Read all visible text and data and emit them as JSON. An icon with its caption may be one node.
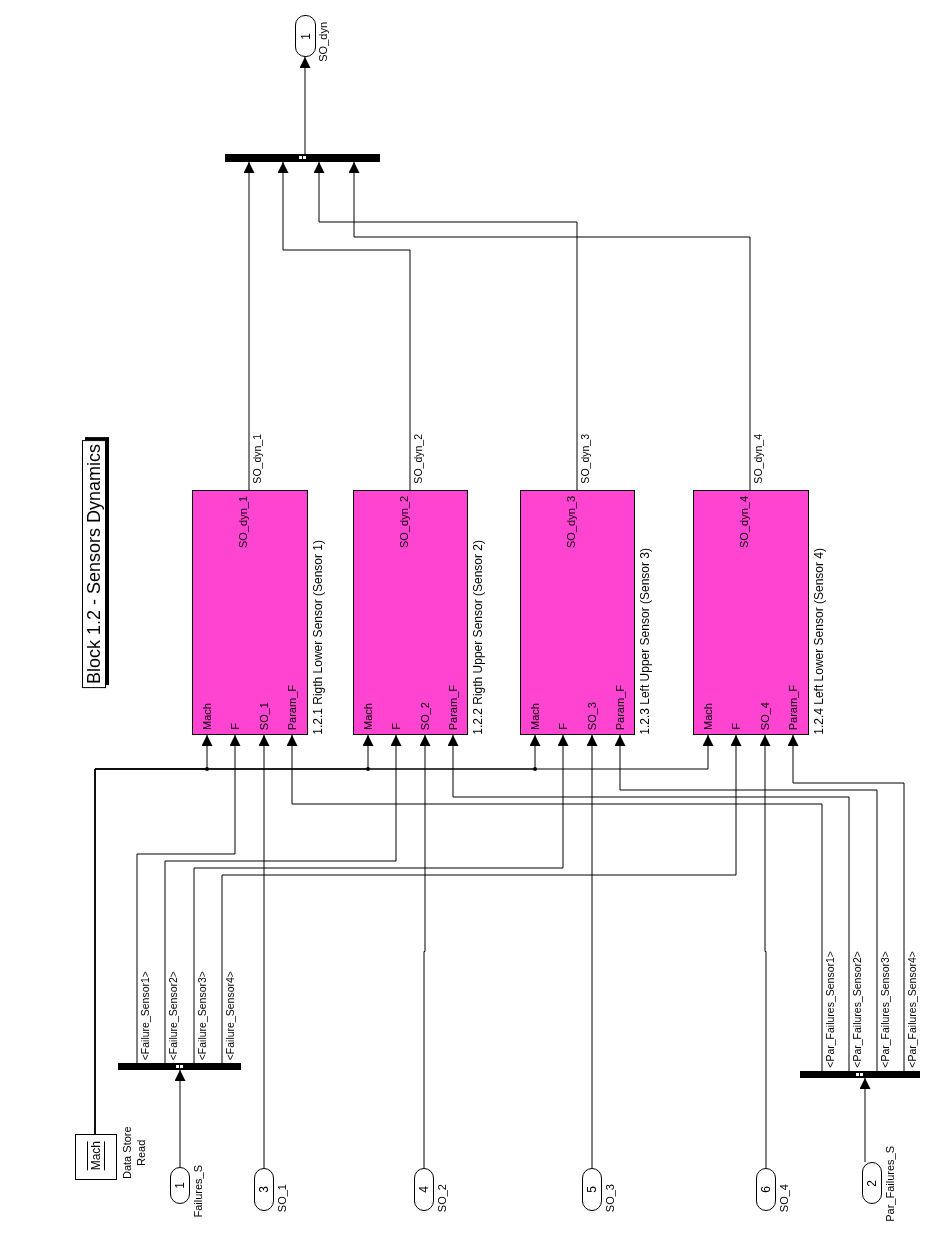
{
  "diagram": {
    "title": "Block 1.2 - Sensors Dynamics",
    "nodes": [
      {
        "text": [
          "Mach"
        ],
        "beside": [
          "Data Store Read"
        ]
      },
      {
        "text": [
          "1"
        ],
        "beside": [
          "Failures_S"
        ]
      },
      {
        "text": [
          "3"
        ],
        "beside": [
          "SO_1"
        ]
      },
      {
        "text": [
          "4"
        ],
        "beside": [
          "SO_2"
        ]
      },
      {
        "text": [
          "5"
        ],
        "beside": [
          "SO_3"
        ]
      },
      {
        "text": [
          "6"
        ],
        "beside": [
          "SO_4"
        ]
      },
      {
        "text": [
          "2"
        ],
        "beside": [
          "Par_Failures_S"
        ]
      },
      {
        "text": [],
        "shape": "bar"
      },
      {
        "text": [],
        "shape": "bar"
      },
      {
        "text": [
          "Mach",
          "F",
          "SO_1",
          "Param_F",
          "SO_dyn_1"
        ],
        "beside": [
          "1.2.1 Rigth Lower Sensor (Sensor 1)"
        ]
      },
      {
        "text": [
          "Mach",
          "F",
          "SO_2",
          "Param_F",
          "SO_dyn_2"
        ],
        "beside": [
          "1.2.2 Rigth Upper Sensor (Sensor 2)"
        ]
      },
      {
        "text": [
          "Mach",
          "F",
          "SO_3",
          "Param_F",
          "SO_dyn_3"
        ],
        "beside": [
          "1.2.3 Left Upper Sensor (Sensor 3)"
        ]
      },
      {
        "text": [
          "Mach",
          "F",
          "SO_4",
          "Param_F",
          "SO_dyn_4"
        ],
        "beside": [
          "1.2.4 Left Lower Sensor (Sensor 4)"
        ]
      },
      {
        "text": [],
        "shape": "bar"
      },
      {
        "text": [
          "1"
        ],
        "beside": [
          "SO_dyn"
        ]
      }
    ],
    "edges": [
      {
        "from": 0,
        "to": 9,
        "arrow": "to"
      },
      {
        "from": 0,
        "to": 10,
        "arrow": "to"
      },
      {
        "from": 0,
        "to": 11,
        "arrow": "to"
      },
      {
        "from": 0,
        "to": 12,
        "arrow": "to"
      },
      {
        "from": 1,
        "to": 7,
        "arrow": "to"
      },
      {
        "from": 7,
        "to": 9,
        "arrow": "to",
        "label": "<Failure_Sensor1>"
      },
      {
        "from": 7,
        "to": 10,
        "arrow": "to",
        "label": "<Failure_Sensor2>"
      },
      {
        "from": 7,
        "to": 11,
        "arrow": "to",
        "label": "<Failure_Sensor3>"
      },
      {
        "from": 7,
        "to": 12,
        "arrow": "to",
        "label": "<Failure_Sensor4>"
      },
      {
        "from": 2,
        "to": 9,
        "arrow": "to"
      },
      {
        "from": 3,
        "to": 10,
        "arrow": "to"
      },
      {
        "from": 4,
        "to": 11,
        "arrow": "to"
      },
      {
        "from": 5,
        "to": 12,
        "arrow": "to"
      },
      {
        "from": 6,
        "to": 8,
        "arrow": "to"
      },
      {
        "from": 8,
        "to": 9,
        "arrow": "to",
        "label": "<Par_Failures_Sensor1>"
      },
      {
        "from": 8,
        "to": 10,
        "arrow": "to",
        "label": "<Par_Failures_Sensor2>"
      },
      {
        "from": 8,
        "to": 11,
        "arrow": "to",
        "label": "<Par_Failures_Sensor3>"
      },
      {
        "from": 8,
        "to": 12,
        "arrow": "to",
        "label": "<Par_Failures_Sensor4>"
      },
      {
        "from": 9,
        "to": 13,
        "arrow": "to",
        "label": "SO_dyn_1"
      },
      {
        "from": 10,
        "to": 13,
        "arrow": "to",
        "label": "SO_dyn_2"
      },
      {
        "from": 11,
        "to": 13,
        "arrow": "to",
        "label": "SO_dyn_3"
      },
      {
        "from": 12,
        "to": 13,
        "arrow": "to",
        "label": "SO_dyn_4"
      },
      {
        "from": 13,
        "to": 14,
        "arrow": "to"
      }
    ]
  }
}
